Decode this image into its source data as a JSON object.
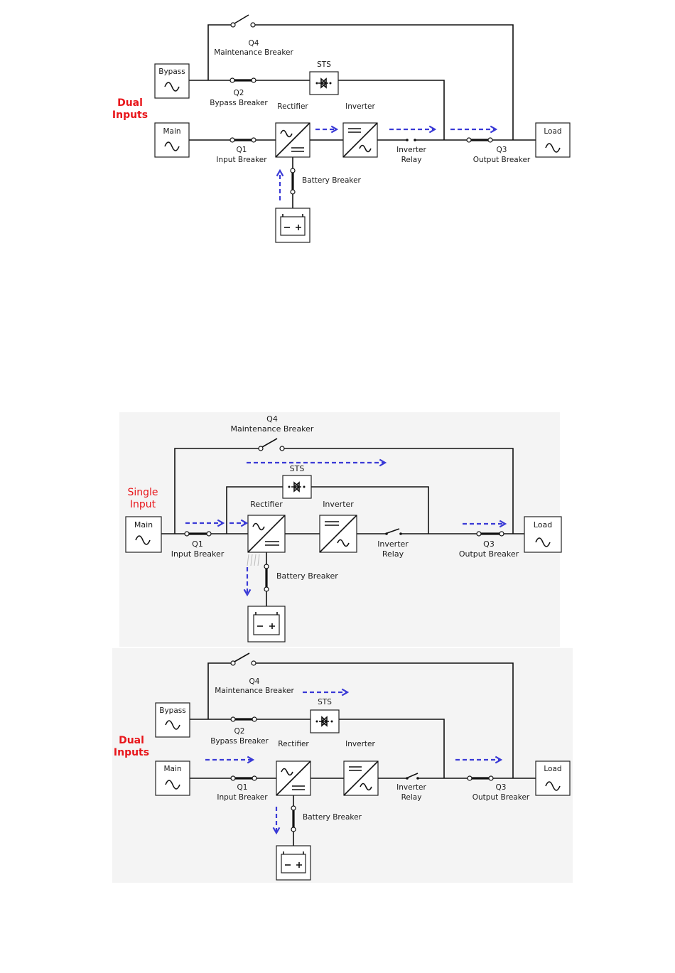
{
  "diagram1": {
    "title_line1": "Dual",
    "title_line2": "Inputs",
    "bypass": "Bypass",
    "main": "Main",
    "load": "Load",
    "sts": "STS",
    "rectifier": "Rectifier",
    "inverter": "Inverter",
    "q4": "Q4",
    "q4_name": "Maintenance Breaker",
    "q2": "Q2",
    "q2_name": "Bypass Breaker",
    "q1": "Q1",
    "q1_name": "Input Breaker",
    "q3": "Q3",
    "q3_name": "Output Breaker",
    "inv_relay_1": "Inverter",
    "inv_relay_2": "Relay",
    "battery_breaker": "Battery Breaker"
  },
  "diagram2": {
    "title_line1": "Single",
    "title_line2": "Input",
    "main": "Main",
    "load": "Load",
    "sts": "STS",
    "rectifier": "Rectifier",
    "inverter": "Inverter",
    "q4": "Q4",
    "q4_name": "Maintenance Breaker",
    "q1": "Q1",
    "q1_name": "Input Breaker",
    "q3": "Q3",
    "q3_name": "Output Breaker",
    "inv_relay_1": "Inverter",
    "inv_relay_2": "Relay",
    "battery_breaker": "Battery Breaker"
  },
  "diagram3": {
    "title_line1": "Dual",
    "title_line2": "Inputs",
    "bypass": "Bypass",
    "main": "Main",
    "load": "Load",
    "sts": "STS",
    "rectifier": "Rectifier",
    "inverter": "Inverter",
    "q4": "Q4",
    "q4_name": "Maintenance Breaker",
    "q2": "Q2",
    "q2_name": "Bypass Breaker",
    "q1": "Q1",
    "q1_name": "Input Breaker",
    "q3": "Q3",
    "q3_name": "Output Breaker",
    "inv_relay_1": "Inverter",
    "inv_relay_2": "Relay",
    "battery_breaker": "Battery Breaker"
  },
  "colors": {
    "flow": "#3a3ad6",
    "title": "#e8161b",
    "line": "#111111"
  }
}
